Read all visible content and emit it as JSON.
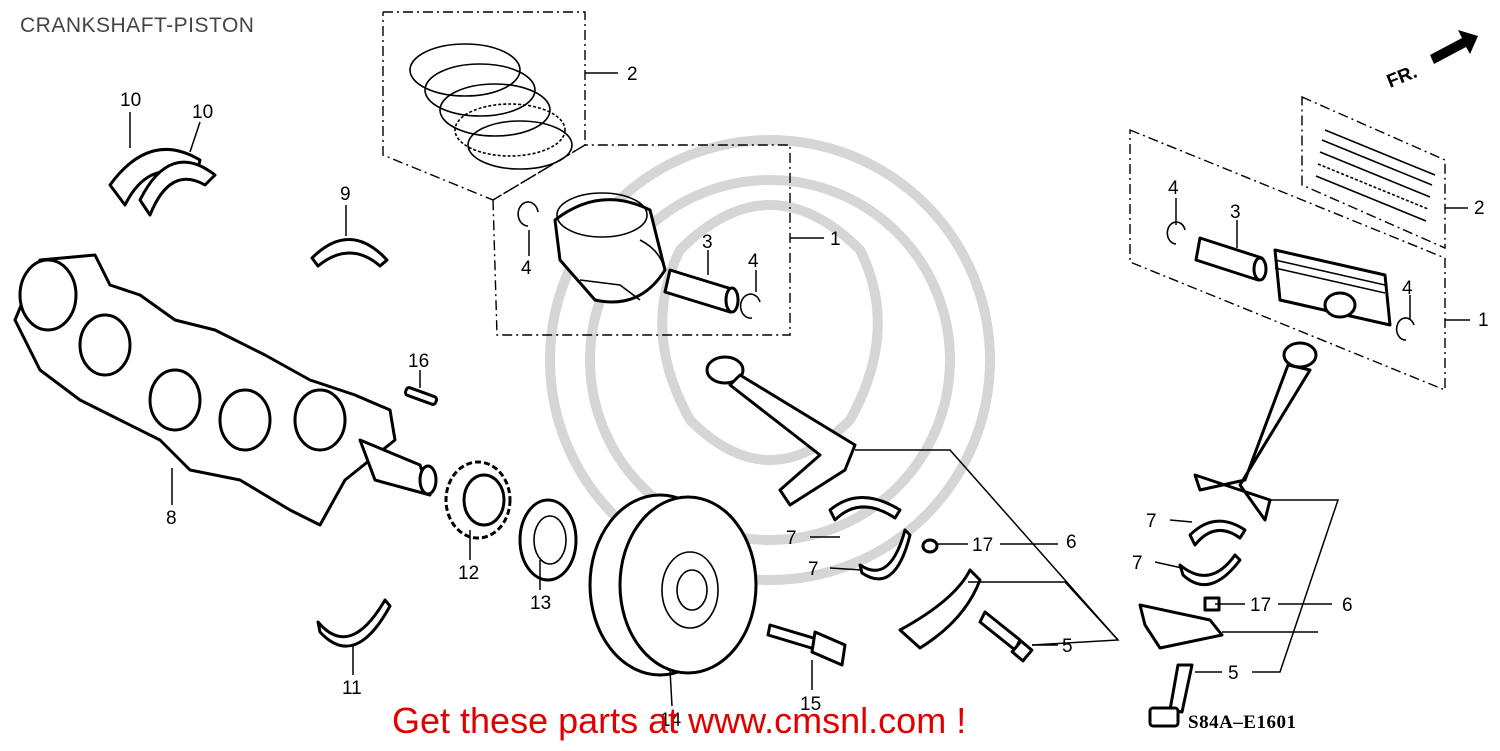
{
  "diagram": {
    "title": "CRANKSHAFT-PISTON",
    "direction_marker": "FR.",
    "diagram_code": "S84A–E1601",
    "promo_text": "Get these parts at www.cmsnl.com !",
    "callouts": [
      {
        "id": "c-2a",
        "text": "2"
      },
      {
        "id": "c-10a",
        "text": "10"
      },
      {
        "id": "c-10b",
        "text": "10"
      },
      {
        "id": "c-9",
        "text": "9"
      },
      {
        "id": "c-4a",
        "text": "4"
      },
      {
        "id": "c-3a",
        "text": "3"
      },
      {
        "id": "c-4b",
        "text": "4"
      },
      {
        "id": "c-1a",
        "text": "1"
      },
      {
        "id": "c-8",
        "text": "8"
      },
      {
        "id": "c-16",
        "text": "16"
      },
      {
        "id": "c-12",
        "text": "12"
      },
      {
        "id": "c-13",
        "text": "13"
      },
      {
        "id": "c-14",
        "text": "14"
      },
      {
        "id": "c-11",
        "text": "11"
      },
      {
        "id": "c-15",
        "text": "15"
      },
      {
        "id": "c-7a",
        "text": "7"
      },
      {
        "id": "c-7b",
        "text": "7"
      },
      {
        "id": "c-17a",
        "text": "17"
      },
      {
        "id": "c-6a",
        "text": "6"
      },
      {
        "id": "c-5a",
        "text": "5"
      },
      {
        "id": "c-4c",
        "text": "4"
      },
      {
        "id": "c-3b",
        "text": "3"
      },
      {
        "id": "c-2b",
        "text": "2"
      },
      {
        "id": "c-4d",
        "text": "4"
      },
      {
        "id": "c-1b",
        "text": "1"
      },
      {
        "id": "c-7c",
        "text": "7"
      },
      {
        "id": "c-7d",
        "text": "7"
      },
      {
        "id": "c-17b",
        "text": "17"
      },
      {
        "id": "c-6b",
        "text": "6"
      },
      {
        "id": "c-5b",
        "text": "5"
      }
    ]
  }
}
